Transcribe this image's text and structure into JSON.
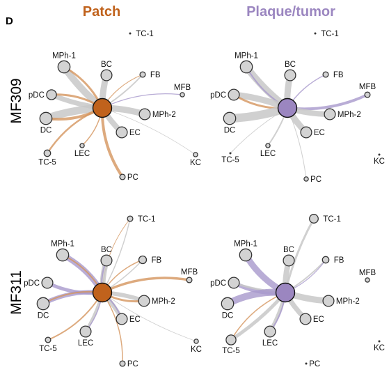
{
  "figure": {
    "panel_letter": "D",
    "columns": [
      {
        "title": "Patch",
        "color": "#c0621c"
      },
      {
        "title": "Plaque/tumor",
        "color": "#9b86c0"
      }
    ],
    "rows": [
      {
        "title": "MF309"
      },
      {
        "title": "MF311"
      }
    ]
  },
  "colors": {
    "edge_grey": "#c8c8c8",
    "edge_orange": "#d4955e",
    "edge_purple": "#a898cc",
    "node_fill": "#d3d3d3",
    "node_stroke": "#333333"
  },
  "networks": [
    {
      "id": "mf309-patch",
      "hub_color": "#c0621c",
      "nodes": [
        {
          "label": "TC-1",
          "size": 1
        },
        {
          "label": "MPh-1",
          "size": 9
        },
        {
          "label": "BC",
          "size": 8
        },
        {
          "label": "FB",
          "size": 3
        },
        {
          "label": "MFB",
          "size": 2
        },
        {
          "label": "pDC",
          "size": 7
        },
        {
          "label": "MPh-2",
          "size": 8
        },
        {
          "label": "DC",
          "size": 9
        },
        {
          "label": "EC",
          "size": 8
        },
        {
          "label": "LEC",
          "size": 2
        },
        {
          "label": "TC-5",
          "size": 4
        },
        {
          "label": "KC",
          "size": 2
        },
        {
          "label": "PC",
          "size": 3
        }
      ]
    },
    {
      "id": "mf309-plaque",
      "hub_color": "#9b86c0",
      "nodes": [
        {
          "label": "TC-1",
          "size": 1
        },
        {
          "label": "MPh-1",
          "size": 9
        },
        {
          "label": "BC",
          "size": 8
        },
        {
          "label": "FB",
          "size": 3
        },
        {
          "label": "MFB",
          "size": 3
        },
        {
          "label": "pDC",
          "size": 8
        },
        {
          "label": "MPh-2",
          "size": 8
        },
        {
          "label": "DC",
          "size": 9
        },
        {
          "label": "EC",
          "size": 8
        },
        {
          "label": "LEC",
          "size": 2
        },
        {
          "label": "TC-5",
          "size": 1
        },
        {
          "label": "KC",
          "size": 1
        },
        {
          "label": "PC",
          "size": 2
        }
      ]
    },
    {
      "id": "mf311-patch",
      "hub_color": "#c0621c",
      "nodes": [
        {
          "label": "TC-1",
          "size": 3
        },
        {
          "label": "MPh-1",
          "size": 9
        },
        {
          "label": "BC",
          "size": 8
        },
        {
          "label": "FB",
          "size": 5
        },
        {
          "label": "MFB",
          "size": 3
        },
        {
          "label": "pDC",
          "size": 8
        },
        {
          "label": "MPh-2",
          "size": 8
        },
        {
          "label": "DC",
          "size": 9
        },
        {
          "label": "EC",
          "size": 8
        },
        {
          "label": "LEC",
          "size": 8
        },
        {
          "label": "TC-5",
          "size": 3
        },
        {
          "label": "KC",
          "size": 2
        },
        {
          "label": "PC",
          "size": 3
        }
      ]
    },
    {
      "id": "mf311-plaque",
      "hub_color": "#9b86c0",
      "nodes": [
        {
          "label": "TC-1",
          "size": 6
        },
        {
          "label": "MPh-1",
          "size": 9
        },
        {
          "label": "BC",
          "size": 8
        },
        {
          "label": "FB",
          "size": 4
        },
        {
          "label": "MFB",
          "size": 2
        },
        {
          "label": "pDC",
          "size": 8
        },
        {
          "label": "MPh-2",
          "size": 8
        },
        {
          "label": "DC",
          "size": 9
        },
        {
          "label": "EC",
          "size": 8
        },
        {
          "label": "LEC",
          "size": 8
        },
        {
          "label": "TC-5",
          "size": 7
        },
        {
          "label": "KC",
          "size": 1
        },
        {
          "label": "PC",
          "size": 1
        }
      ]
    }
  ]
}
